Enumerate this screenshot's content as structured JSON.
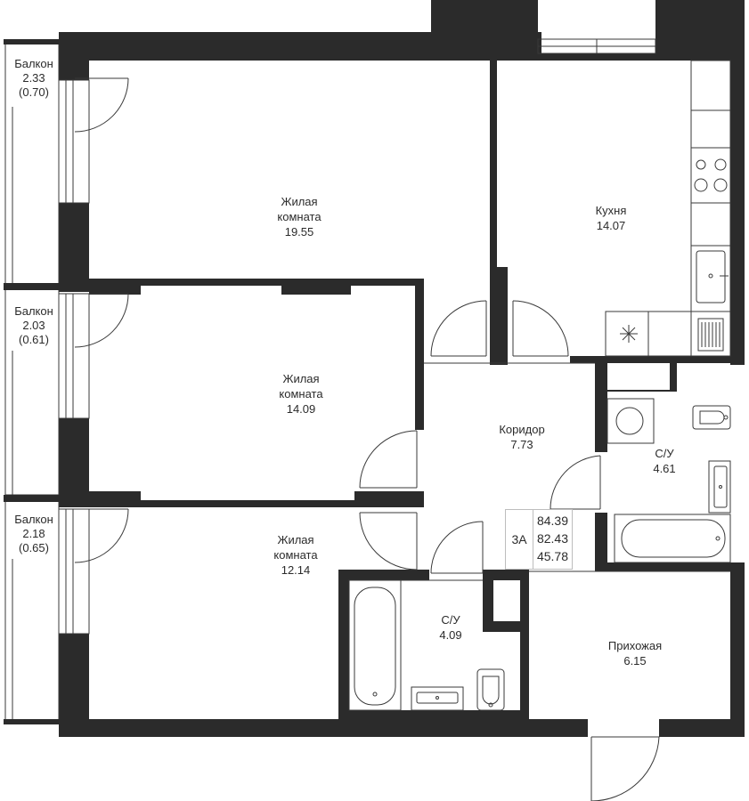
{
  "rooms": {
    "living1": {
      "name": "Жилая\nкомната",
      "name_l1": "Жилая",
      "name_l2": "комната",
      "area": "19.55"
    },
    "kitchen": {
      "name": "Кухня",
      "area": "14.07"
    },
    "living2": {
      "name_l1": "Жилая",
      "name_l2": "комната",
      "area": "14.09"
    },
    "corridor": {
      "name": "Коридор",
      "area": "7.73"
    },
    "bath1": {
      "name": "С/У",
      "area": "4.61"
    },
    "living3": {
      "name_l1": "Жилая",
      "name_l2": "комната",
      "area": "12.14"
    },
    "bath2": {
      "name": "С/У",
      "area": "4.09"
    },
    "hallway": {
      "name": "Прихожая",
      "area": "6.15"
    }
  },
  "balconies": [
    {
      "name": "Балкон",
      "area": "2.33",
      "reduced": "(0.70)"
    },
    {
      "name": "Балкон",
      "area": "2.03",
      "reduced": "(0.61)"
    },
    {
      "name": "Балкон",
      "area": "2.18",
      "reduced": "(0.65)"
    }
  ],
  "summary": {
    "apartment_code": "3А",
    "total_area": "84.39",
    "area_no_balcony": "82.43",
    "living_area": "45.78"
  },
  "colors": {
    "wall": "#2b2b2b",
    "line": "#3a3a3a",
    "background": "#ffffff"
  }
}
